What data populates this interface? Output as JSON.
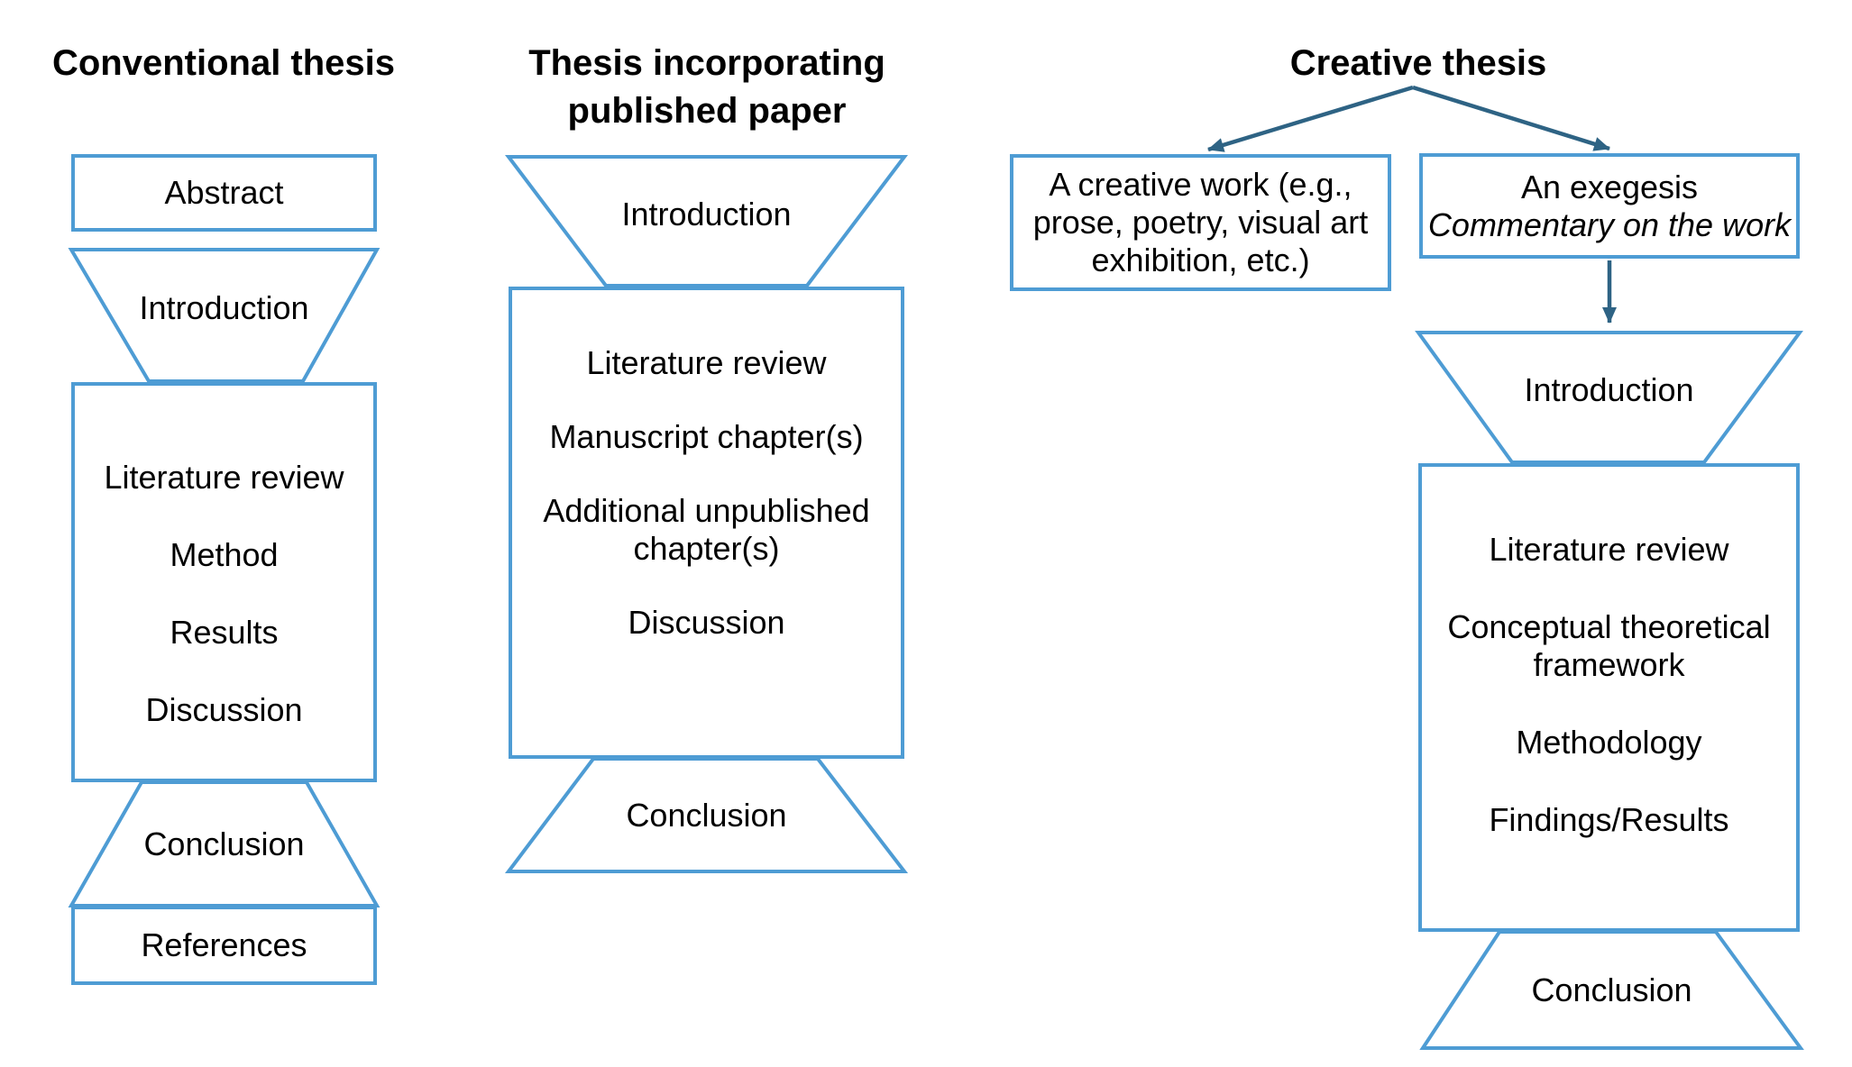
{
  "colors": {
    "shape_border": "#4E9CD4",
    "arrow": "#2E6384",
    "text": "#000000"
  },
  "columns": {
    "conventional": {
      "title": "Conventional thesis",
      "abstract_label": "Abstract",
      "introduction_label": "Introduction",
      "body_items": [
        "Literature review",
        "Method",
        "Results",
        "Discussion"
      ],
      "conclusion_label": "Conclusion",
      "references_label": "References"
    },
    "published": {
      "title_lines": [
        "Thesis incorporating",
        "published paper"
      ],
      "introduction_label": "Introduction",
      "body_items": [
        "Literature review",
        "Manuscript chapter(s)",
        "Additional unpublished chapter(s)",
        "Discussion"
      ],
      "conclusion_label": "Conclusion"
    },
    "creative": {
      "title": "Creative thesis",
      "creative_work_lines": [
        "A creative work (e.g.,",
        "prose, poetry, visual art",
        "exhibition, etc.)"
      ],
      "exegesis_line1": "An exegesis",
      "exegesis_line2": "Commentary on the work",
      "introduction_label": "Introduction",
      "body_items": [
        "Literature review",
        "Conceptual theoretical framework",
        "Methodology",
        "Findings/Results"
      ],
      "conclusion_label": "Conclusion"
    }
  }
}
